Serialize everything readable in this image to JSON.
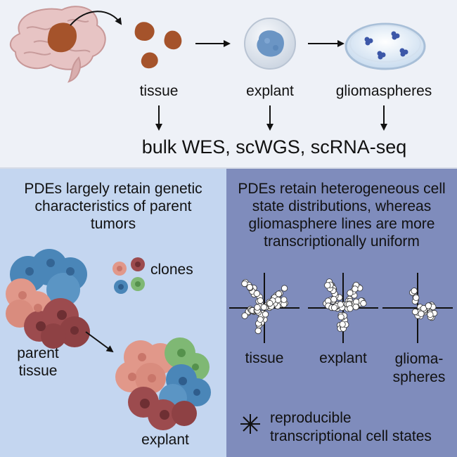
{
  "workflow": {
    "stage_labels": [
      "tissue",
      "explant",
      "gliomaspheres"
    ],
    "assays": "bulk WES, scWGS, scRNA-seq"
  },
  "left_panel": {
    "title_lines": [
      "PDEs largely retain genetic",
      "characteristics of parent",
      "tumors"
    ],
    "clones_label": "clones",
    "parent_label_lines": [
      "parent",
      "tissue"
    ],
    "explant_label": "explant"
  },
  "right_panel": {
    "title_lines": [
      "PDEs retain heterogeneous cell",
      "state distributions, whereas",
      "gliomasphere lines are more",
      "transcriptionally uniform"
    ],
    "plot_labels": [
      "tissue",
      "explant"
    ],
    "glioma_label_lines": [
      "glioma-",
      "spheres"
    ],
    "legend_lines": [
      "reproducible",
      "transcriptional cell states"
    ]
  },
  "colors": {
    "top_bg": "#eef1f7",
    "left_panel_bg": "#c4d6f0",
    "right_panel_bg": "#7f8cbc",
    "tumor_brown": "#a5532b",
    "clone_pink": "#e1988a",
    "clone_maroon": "#9c4b4e",
    "clone_blue": "#4a86b8",
    "clone_green": "#7fb874",
    "sphere_blue": "#3c57a8"
  }
}
